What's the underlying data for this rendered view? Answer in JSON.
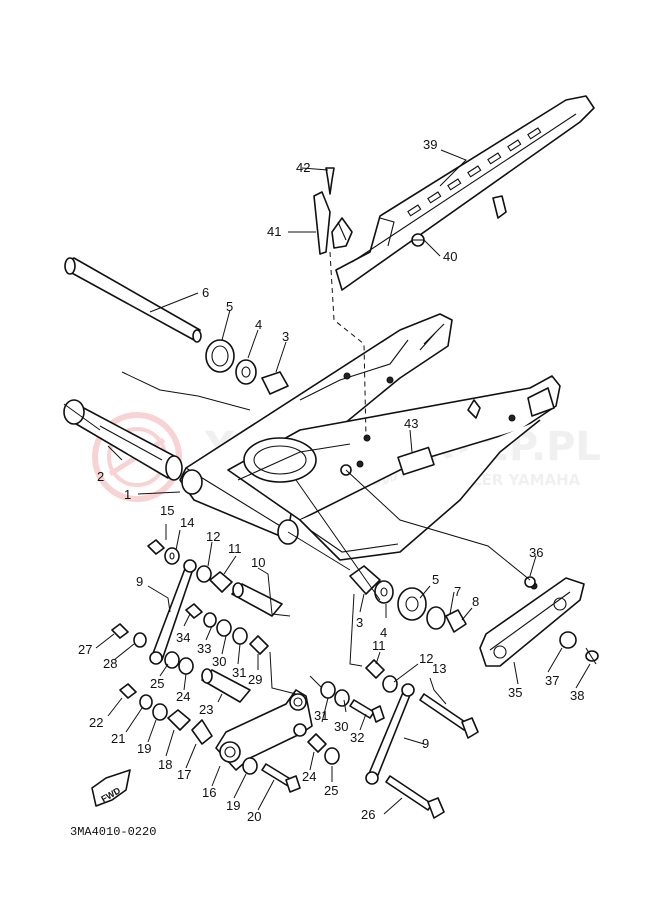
{
  "diagram_code": "3MA4010-0220",
  "fwd_label": "FWD",
  "watermark": {
    "main": "YAMAHASKLEP.PL",
    "sub": "AUTORYZOWANY DEALER YAMAHA",
    "brand_color": "#e33b3b"
  },
  "callouts": [
    "1",
    "2",
    "3",
    "4",
    "5",
    "6",
    "7",
    "8",
    "9",
    "10",
    "11",
    "12",
    "13",
    "14",
    "15",
    "16",
    "17",
    "18",
    "19",
    "20",
    "21",
    "22",
    "23",
    "24",
    "25",
    "26",
    "27",
    "28",
    "29",
    "30",
    "31",
    "32",
    "33",
    "34",
    "35",
    "36",
    "37",
    "38",
    "39",
    "40",
    "41",
    "42",
    "43"
  ],
  "callouts_extra": [
    "3",
    "4",
    "5",
    "9",
    "11",
    "12",
    "19",
    "24",
    "25",
    "30",
    "31"
  ]
}
